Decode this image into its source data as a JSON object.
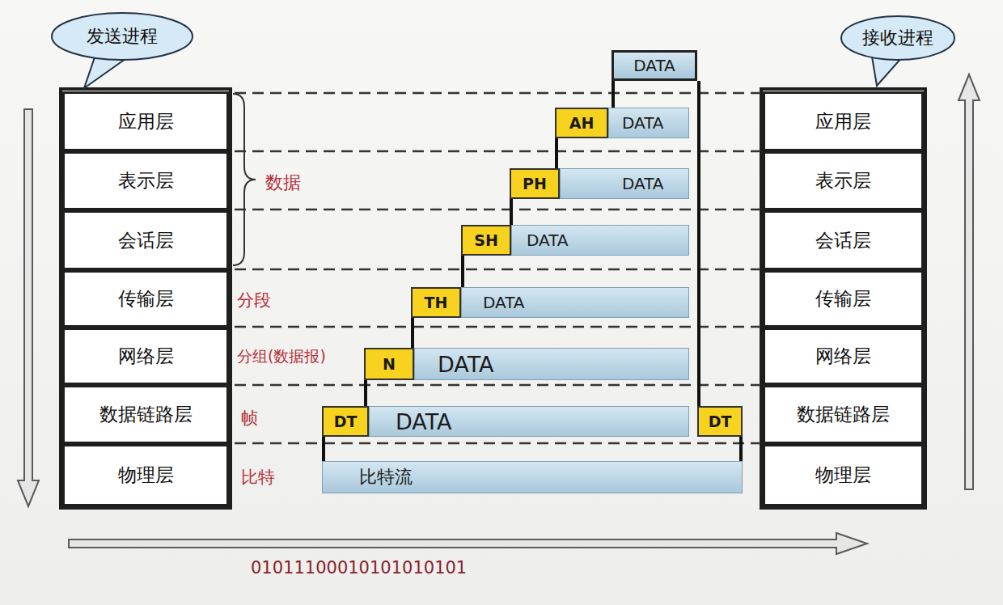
{
  "diagram": {
    "nodes": [
      {
        "text": [
          "发送进程"
        ]
      },
      {
        "text": [
          "接收进程"
        ]
      },
      {
        "text": [
          "应用层"
        ]
      },
      {
        "text": [
          "表示层"
        ]
      },
      {
        "text": [
          "会话层"
        ]
      },
      {
        "text": [
          "传输层"
        ]
      },
      {
        "text": [
          "网络层"
        ]
      },
      {
        "text": [
          "数据链路层"
        ]
      },
      {
        "text": [
          "物理层"
        ]
      },
      {
        "text": [
          "应用层"
        ]
      },
      {
        "text": [
          "表示层"
        ]
      },
      {
        "text": [
          "会话层"
        ]
      },
      {
        "text": [
          "传输层"
        ]
      },
      {
        "text": [
          "网络层"
        ]
      },
      {
        "text": [
          "数据链路层"
        ]
      },
      {
        "text": [
          "物理层"
        ]
      },
      {
        "text": [
          "DATA"
        ]
      },
      {
        "text": [
          "AH"
        ]
      },
      {
        "text": [
          "DATA"
        ]
      },
      {
        "text": [
          "PH"
        ]
      },
      {
        "text": [
          "DATA"
        ]
      },
      {
        "text": [
          "SH"
        ]
      },
      {
        "text": [
          "DATA"
        ]
      },
      {
        "text": [
          "TH"
        ]
      },
      {
        "text": [
          "DATA"
        ]
      },
      {
        "text": [
          "N"
        ]
      },
      {
        "text": [
          "DATA"
        ]
      },
      {
        "text": [
          "DT"
        ]
      },
      {
        "text": [
          "DATA"
        ]
      },
      {
        "text": [
          "DT"
        ]
      },
      {
        "text": [
          "比特流"
        ]
      }
    ],
    "edges": [
      {
        "from": 16,
        "to": 18,
        "arrow": "none"
      },
      {
        "from": 17,
        "to": 19,
        "arrow": "none"
      },
      {
        "from": 19,
        "to": 21,
        "arrow": "none"
      },
      {
        "from": 21,
        "to": 23,
        "arrow": "none"
      },
      {
        "from": 23,
        "to": 25,
        "arrow": "none"
      },
      {
        "from": 25,
        "to": 27,
        "arrow": "none"
      },
      {
        "from": 16,
        "to": 29,
        "arrow": "none"
      },
      {
        "from": 27,
        "to": 30,
        "arrow": "none"
      },
      {
        "from": 29,
        "to": 30,
        "arrow": "none"
      }
    ],
    "labels": [
      "数据",
      "分段",
      "分组(数据报)",
      "帧",
      "比特",
      "01011100010101010101"
    ]
  }
}
